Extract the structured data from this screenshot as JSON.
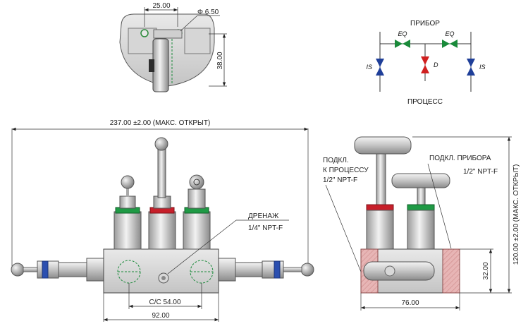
{
  "top_view": {
    "width_dim": "25.00",
    "hole_dim": "Φ 6.50",
    "height_dim": "38.00"
  },
  "schematic": {
    "top_label": "ПРИБОР",
    "bottom_label": "ПРОЦЕСС",
    "eq_left": "EQ",
    "eq_right": "EQ",
    "is_left": "IS",
    "is_right": "IS",
    "drain": "D",
    "colors": {
      "equalizer": "#1a8a3a",
      "isolation": "#1f3f99",
      "drain": "#d01f1f"
    }
  },
  "front_view": {
    "overall_dim": "237.00 ±2.00 (МАКС. ОТКРЫТ)",
    "drain_title": "ДРЕНАЖ",
    "drain_thread": "1/4\" NPT-F",
    "cc_dim": "C/C 54.00",
    "body_width_dim": "92.00"
  },
  "side_view": {
    "process_line1": "ПОДКЛ.",
    "process_line2": "К ПРОЦЕССУ",
    "process_thread": "1/2\" NPT-F",
    "instrument_label": "ПОДКЛ. ПРИБОРА",
    "instrument_thread": "1/2\" NPT-F",
    "height_dim": "120.00 ±2.00 (МАКС. ОТКРЫТ)",
    "port_height_dim": "32.00",
    "body_width_dim": "76.00"
  }
}
